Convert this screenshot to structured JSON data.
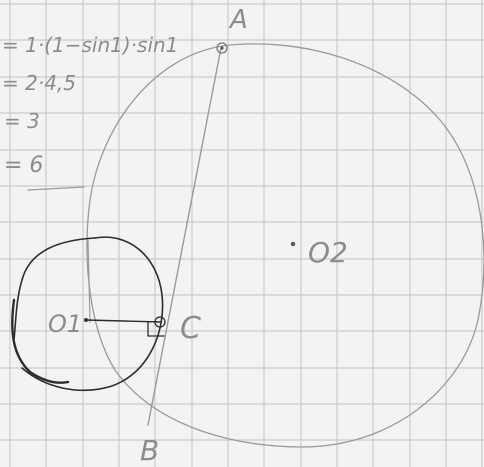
{
  "notes": {
    "line1": "= 1·(1−sin1)·sin1",
    "line2": "= 2·4,5",
    "line3": "= 3",
    "line4": "= 6"
  },
  "points": {
    "A": "A",
    "B": "B",
    "C": "C",
    "O1": "O1",
    "O2": "O2"
  },
  "colors": {
    "paper": "#f3f3f1",
    "grid": "#c9ccce",
    "ink_dark": "#2d2d2d",
    "ink_light": "#9a9a9a"
  }
}
